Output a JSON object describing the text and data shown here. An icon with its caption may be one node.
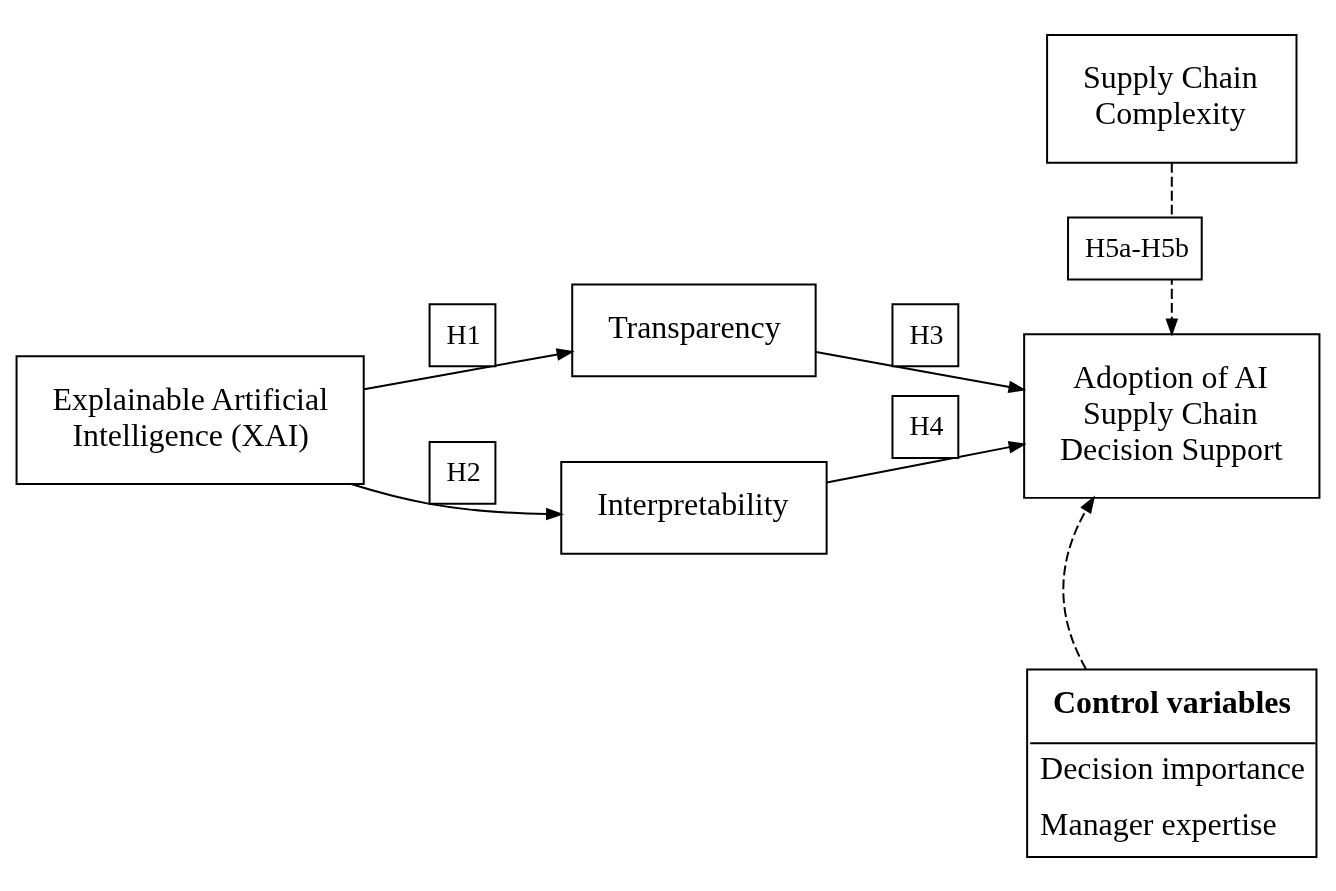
{
  "diagram": {
    "nodes": [
      {
        "text": [
          "Explainable Artificial Intelligence (XAI)"
        ]
      },
      {
        "text": [
          "Transparency"
        ]
      },
      {
        "text": [
          "Interpretability"
        ]
      },
      {
        "text": [
          "Supply Chain Complexity"
        ]
      },
      {
        "text": [
          "Adoption of AI Supply Chain Decision Support"
        ]
      },
      {
        "text": [
          "Control variables",
          "Decision importance",
          "Manager expertise"
        ]
      }
    ],
    "edges": [
      {
        "from": 0,
        "to": 1,
        "arrow": "to",
        "label": "H1"
      },
      {
        "from": 0,
        "to": 2,
        "arrow": "to",
        "label": "H2"
      },
      {
        "from": 1,
        "to": 4,
        "arrow": "to",
        "label": "H3"
      },
      {
        "from": 2,
        "to": 4,
        "arrow": "to",
        "label": "H4"
      },
      {
        "from": 3,
        "to": 4,
        "arrow": "to",
        "label": "H5a-H5b",
        "style": "dashed"
      },
      {
        "from": 5,
        "to": 4,
        "arrow": "to",
        "style": "dashed"
      }
    ]
  }
}
